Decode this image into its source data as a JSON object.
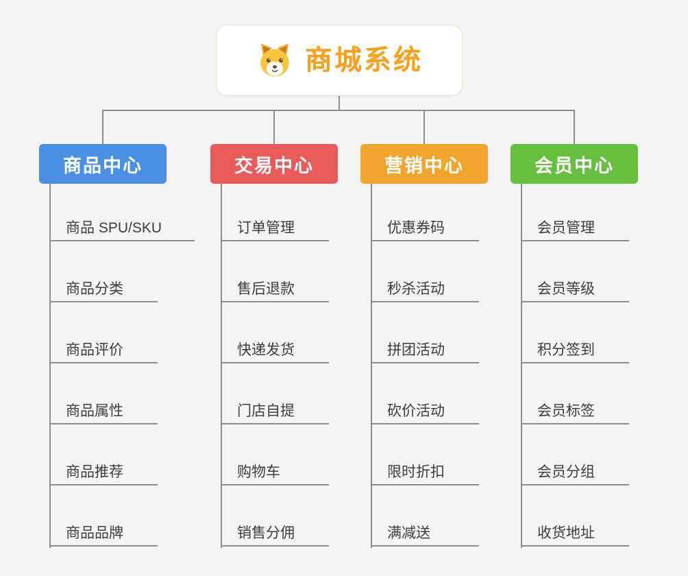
{
  "root": {
    "title": "商城系统",
    "icon": "dog-icon",
    "title_color": "#F9A01B",
    "border_color": "#F2DDBB"
  },
  "connector_color": "#8C8C8C",
  "columns": [
    {
      "label": "商品中心",
      "color": "#4A90E2",
      "items": [
        "商品 SPU/SKU",
        "商品分类",
        "商品评价",
        "商品属性",
        "商品推荐",
        "商品品牌"
      ]
    },
    {
      "label": "交易中心",
      "color": "#E85B5B",
      "items": [
        "订单管理",
        "售后退款",
        "快递发货",
        "门店自提",
        "购物车",
        "销售分佣"
      ]
    },
    {
      "label": "营销中心",
      "color": "#F0A52F",
      "items": [
        "优惠券码",
        "秒杀活动",
        "拼团活动",
        "砍价活动",
        "限时折扣",
        "满减送"
      ]
    },
    {
      "label": "会员中心",
      "color": "#67BF3F",
      "items": [
        "会员管理",
        "会员等级",
        "积分签到",
        "会员标签",
        "会员分组",
        "收货地址"
      ]
    }
  ]
}
